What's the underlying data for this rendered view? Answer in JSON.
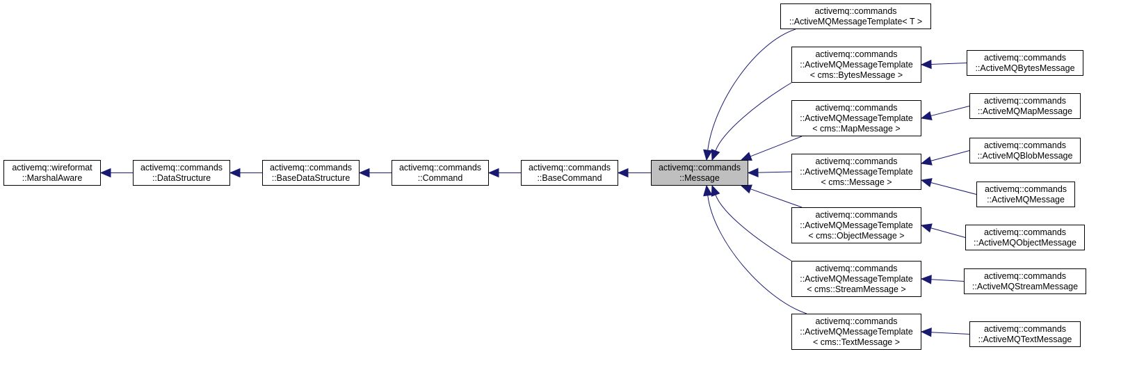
{
  "nodes": [
    {
      "id": "marshal_aware",
      "lines": [
        "activemq::wireformat",
        "::MarshalAware"
      ]
    },
    {
      "id": "data_structure",
      "lines": [
        "activemq::commands",
        "::DataStructure"
      ]
    },
    {
      "id": "base_data_structure",
      "lines": [
        "activemq::commands",
        "::BaseDataStructure"
      ]
    },
    {
      "id": "command",
      "lines": [
        "activemq::commands",
        "::Command"
      ]
    },
    {
      "id": "base_command",
      "lines": [
        "activemq::commands",
        "::BaseCommand"
      ]
    },
    {
      "id": "message",
      "lines": [
        "activemq::commands",
        "::Message"
      ],
      "current": true
    },
    {
      "id": "tmpl_t",
      "lines": [
        "activemq::commands",
        "::ActiveMQMessageTemplate< T >"
      ]
    },
    {
      "id": "tmpl_bytes",
      "lines": [
        "activemq::commands",
        "::ActiveMQMessageTemplate",
        "< cms::BytesMessage >"
      ]
    },
    {
      "id": "tmpl_map",
      "lines": [
        "activemq::commands",
        "::ActiveMQMessageTemplate",
        "< cms::MapMessage >"
      ]
    },
    {
      "id": "tmpl_message",
      "lines": [
        "activemq::commands",
        "::ActiveMQMessageTemplate",
        "< cms::Message >"
      ]
    },
    {
      "id": "tmpl_object",
      "lines": [
        "activemq::commands",
        "::ActiveMQMessageTemplate",
        "< cms::ObjectMessage >"
      ]
    },
    {
      "id": "tmpl_stream",
      "lines": [
        "activemq::commands",
        "::ActiveMQMessageTemplate",
        "< cms::StreamMessage >"
      ]
    },
    {
      "id": "tmpl_text",
      "lines": [
        "activemq::commands",
        "::ActiveMQMessageTemplate",
        "< cms::TextMessage >"
      ]
    },
    {
      "id": "bytes_message",
      "lines": [
        "activemq::commands",
        "::ActiveMQBytesMessage"
      ]
    },
    {
      "id": "map_message",
      "lines": [
        "activemq::commands",
        "::ActiveMQMapMessage"
      ]
    },
    {
      "id": "blob_message",
      "lines": [
        "activemq::commands",
        "::ActiveMQBlobMessage"
      ]
    },
    {
      "id": "amq_message",
      "lines": [
        "activemq::commands",
        "::ActiveMQMessage"
      ]
    },
    {
      "id": "object_message",
      "lines": [
        "activemq::commands",
        "::ActiveMQObjectMessage"
      ]
    },
    {
      "id": "stream_message",
      "lines": [
        "activemq::commands",
        "::ActiveMQStreamMessage"
      ]
    },
    {
      "id": "text_message",
      "lines": [
        "activemq::commands",
        "::ActiveMQTextMessage"
      ]
    }
  ],
  "edges": [
    {
      "from": "data_structure",
      "to": "marshal_aware"
    },
    {
      "from": "base_data_structure",
      "to": "data_structure"
    },
    {
      "from": "command",
      "to": "base_data_structure"
    },
    {
      "from": "base_command",
      "to": "command"
    },
    {
      "from": "message",
      "to": "base_command"
    },
    {
      "from": "tmpl_t",
      "to": "message"
    },
    {
      "from": "tmpl_bytes",
      "to": "message"
    },
    {
      "from": "tmpl_map",
      "to": "message"
    },
    {
      "from": "tmpl_message",
      "to": "message"
    },
    {
      "from": "tmpl_object",
      "to": "message"
    },
    {
      "from": "tmpl_stream",
      "to": "message"
    },
    {
      "from": "tmpl_text",
      "to": "message"
    },
    {
      "from": "bytes_message",
      "to": "tmpl_bytes"
    },
    {
      "from": "map_message",
      "to": "tmpl_map"
    },
    {
      "from": "blob_message",
      "to": "tmpl_message"
    },
    {
      "from": "amq_message",
      "to": "tmpl_message"
    },
    {
      "from": "object_message",
      "to": "tmpl_object"
    },
    {
      "from": "stream_message",
      "to": "tmpl_stream"
    },
    {
      "from": "text_message",
      "to": "tmpl_text"
    }
  ],
  "colors": {
    "edge": "#191970",
    "current_fill": "#bfbfbf",
    "node_border": "#000000"
  }
}
